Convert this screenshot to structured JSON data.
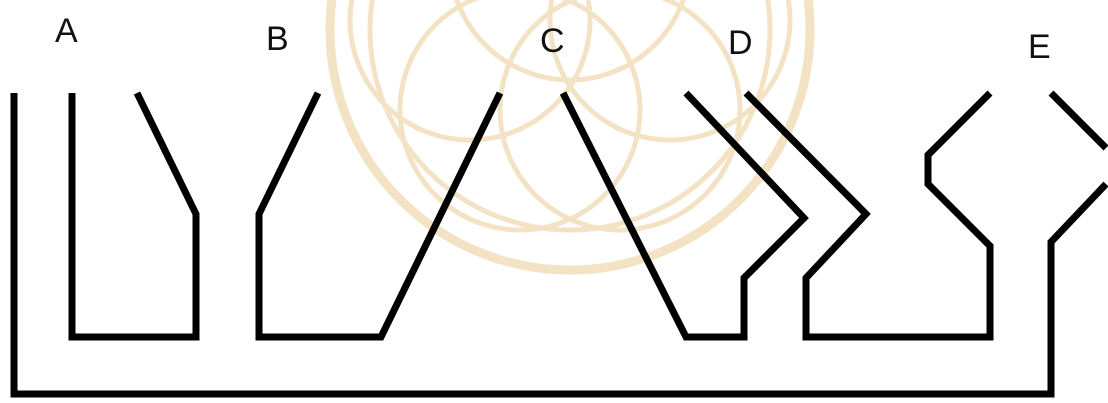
{
  "labels": {
    "a": "A",
    "b": "B",
    "c": "C",
    "d": "D",
    "e": "E"
  },
  "colors": {
    "line": "#000000",
    "watermark": "#f3e3c4",
    "background": "#ffffff"
  }
}
